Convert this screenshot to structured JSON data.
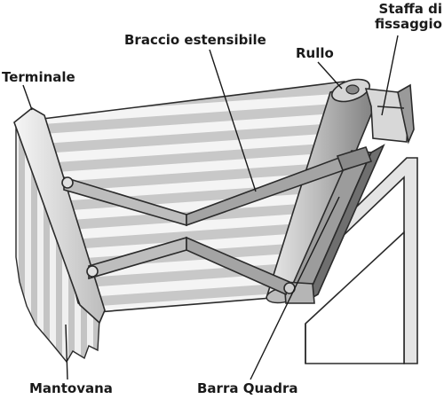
{
  "labels": {
    "terminale": "Terminale",
    "braccio": "Braccio estensibile",
    "rullo": "Rullo",
    "staffa_line1": "Staffa di",
    "staffa_line2": "fissaggio",
    "mantovana": "Mantovana",
    "barra": "Barra Quadra"
  },
  "colors": {
    "outline": "#2b2b2b",
    "stripe_light": "#f2f2f2",
    "stripe_dark": "#c9c9c9",
    "arm_fill": "#a9a9a9",
    "bar_fill": "#8f8f8f",
    "frame_fill": "#d8d8d8"
  }
}
